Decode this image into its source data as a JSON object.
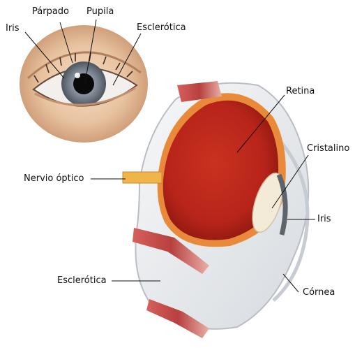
{
  "external_eye": {
    "labels": {
      "iris": "Iris",
      "eyelid": "Párpado",
      "pupil": "Pupila",
      "sclera": "Esclerótica"
    }
  },
  "cross_section": {
    "labels": {
      "retina": "Retina",
      "lens": "Cristalino",
      "optic_nerve": "Nervio óptico",
      "iris": "Iris",
      "sclera": "Esclerótica",
      "cornea": "Córnea"
    }
  },
  "colors": {
    "skin": "#e8c3a1",
    "iris": "#8f98a4",
    "pupil": "#0a0a0a",
    "retina": "#b8241a",
    "sclera": "#eef0f2",
    "muscle": "#c44a48",
    "optic_nerve": "#f0b54a"
  }
}
